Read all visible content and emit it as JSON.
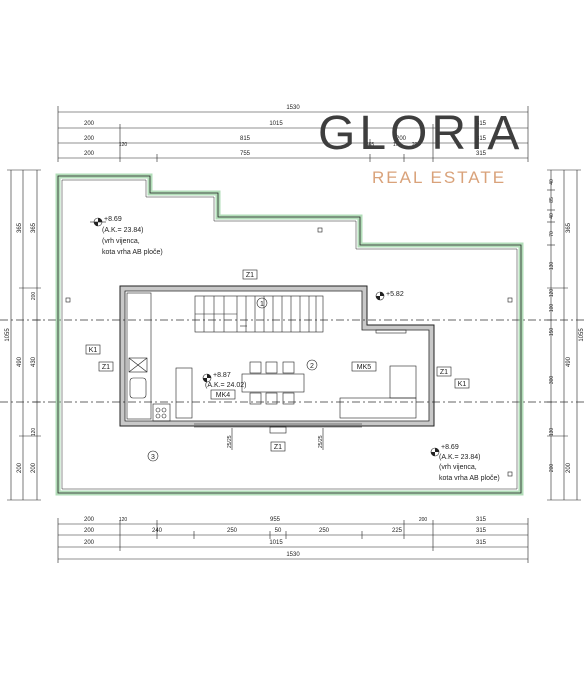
{
  "brand": {
    "name": "GLORIA",
    "tagline": "REAL ESTATE"
  },
  "dims": {
    "top": {
      "total": "1530",
      "row2": [
        "200",
        "1015",
        "315"
      ],
      "row3": [
        "200",
        "815",
        "200",
        "315"
      ],
      "row4": [
        "200",
        "120",
        "755",
        "365",
        "170",
        "200",
        "315"
      ]
    },
    "bottom": {
      "row1": [
        "200",
        "120",
        "955",
        "200",
        "315"
      ],
      "row2": [
        "200",
        "240",
        "250",
        "50",
        "250",
        "225",
        "315"
      ],
      "row3": [
        "200",
        "1015",
        "315"
      ],
      "total": "1530"
    },
    "left": {
      "outer": "1055",
      "mid": [
        "365",
        "490",
        "200"
      ],
      "inner": [
        "365",
        "200",
        "430",
        "120",
        "200"
      ]
    },
    "right": {
      "outer": "1055",
      "mid": [
        "365",
        "490",
        "200"
      ],
      "inner": [
        "40",
        "85",
        "40",
        "70",
        "130",
        "120",
        "100",
        "150",
        "300",
        "130",
        "200"
      ]
    }
  },
  "labels": {
    "elev1": {
      "value": "+8.69",
      "ak": "(A.K.= 23.84)",
      "line2": "(vrh vijenca,",
      "line3": "kota vrha AB ploče)"
    },
    "elev2": {
      "value": "+5.82"
    },
    "elev3": {
      "value": "+8.87",
      "ak": "(A.K.= 24.02)"
    },
    "elev4": {
      "value": "+8.69",
      "ak": "(A.K.= 23.84)",
      "line2": "(vrh vijenca,",
      "line3": "kota vrha AB ploče)"
    },
    "rooms": {
      "r1": "1",
      "r2": "2",
      "r3": "3"
    },
    "z1": "Z1",
    "k1": "K1",
    "mk4": "MK4",
    "mk5": "MK5",
    "win1": "25/25",
    "win2": "25/25"
  }
}
